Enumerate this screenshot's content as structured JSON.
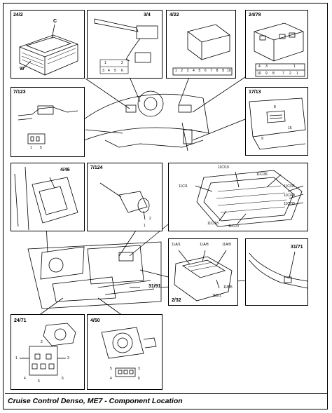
{
  "boxes": {
    "b24_2": {
      "label": "24/2",
      "c": "C",
      "w": "W"
    },
    "b3_4": {
      "label": "3/4",
      "pins": [
        "1",
        "2",
        "3",
        "4",
        "5",
        "6"
      ]
    },
    "b4_22": {
      "label": "4/22",
      "pins": [
        "1",
        "2",
        "3",
        "4",
        "5",
        "6",
        "7",
        "8",
        "9",
        "10"
      ]
    },
    "b24_78": {
      "label": "24/78",
      "pins_top": [
        "4",
        "3",
        "1"
      ],
      "pins_bottom": [
        "10",
        "9",
        "8",
        "7",
        "2",
        "1"
      ]
    },
    "b7_123": {
      "label": "7/123",
      "pins": [
        "1",
        "5"
      ]
    },
    "b17_13": {
      "label": "17/13",
      "pins": [
        "8",
        "16",
        "9"
      ]
    },
    "b4_46": {
      "label": "4/46"
    },
    "b7_124": {
      "label": "7/124",
      "pins": [
        "2",
        "1"
      ]
    },
    "bfuse": {
      "refs": [
        "11C/19",
        "11C/36",
        "11C/1",
        "11C/35",
        "11C/40",
        "11C/38",
        "11C/18",
        "11C/37"
      ]
    },
    "b11": {
      "refs": [
        "11A/1",
        "11A/8",
        "11A/9",
        "11B/5",
        "11B/1"
      ],
      "label": "2/32"
    },
    "b31_71": {
      "label": "31/71"
    },
    "engine": {
      "callout": "31/91"
    },
    "b24_71": {
      "label": "24/71",
      "pins": [
        "2",
        "1",
        "3",
        "4",
        "5",
        "6"
      ]
    },
    "b4_50": {
      "label": "4/50",
      "pins": [
        "5",
        "3",
        "4",
        "6"
      ]
    }
  },
  "footer": {
    "title": "Cruise Control Denso, ME7 - Component Location"
  }
}
